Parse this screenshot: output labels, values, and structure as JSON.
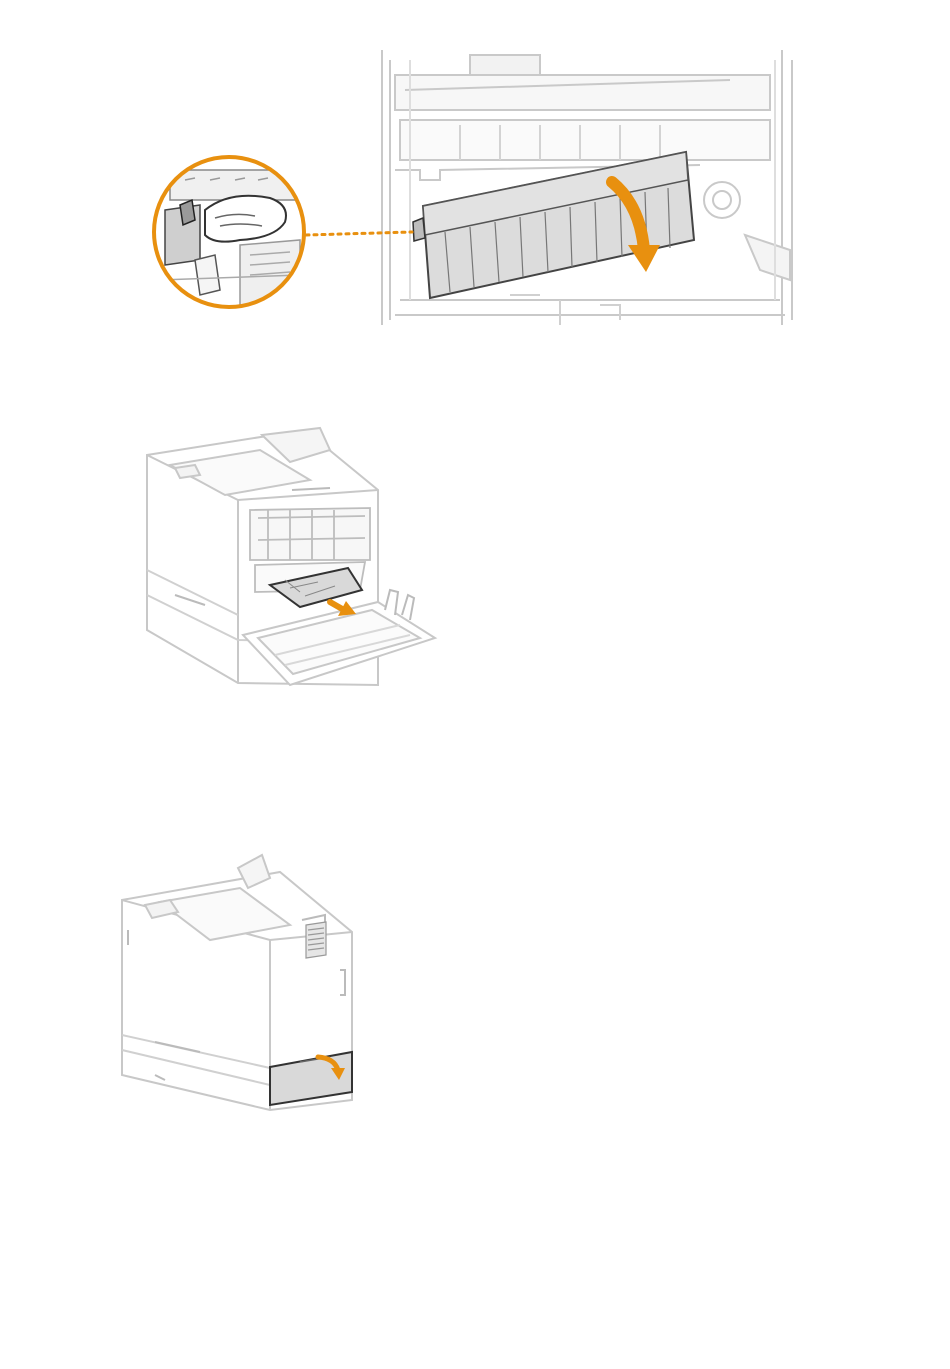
{
  "figures": [
    {
      "id": "fig1",
      "icon": "fixing-unit-guide-open-illustration"
    },
    {
      "id": "fig2",
      "icon": "rear-cover-paper-removal-illustration"
    },
    {
      "id": "fig3",
      "icon": "rear-lower-cover-open-illustration"
    }
  ],
  "colors": {
    "accent": "#e8900f",
    "line": "#c8c8c8",
    "dark": "#555555",
    "panel": "#d9d9d9"
  }
}
